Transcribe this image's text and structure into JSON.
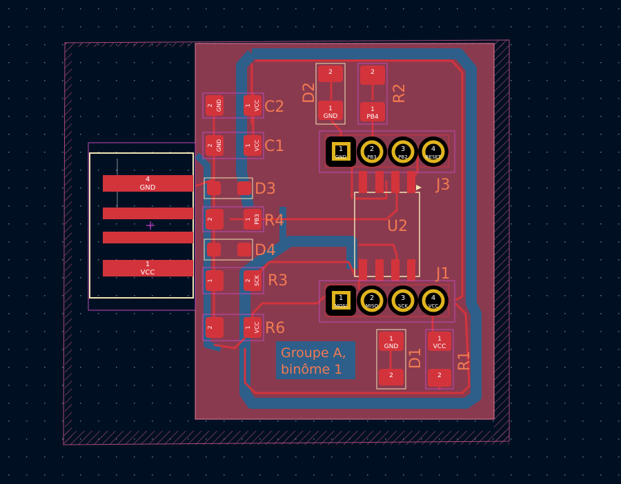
{
  "colors": {
    "background": "#001023",
    "grid": "#6a7485",
    "board_fill": "#8a3a4f",
    "copper": "#d3343c",
    "zone": "#2e5f8a",
    "pad": "#d3343c",
    "thru_ring": "#e0b41e",
    "courtyard": "#c04ab8",
    "silk": "#f27a52",
    "silk_outline": "#f2e6b4",
    "pad_text": "#ffffff",
    "crosshair": "#ff44ff"
  },
  "board_text": {
    "line1": "Groupe A,",
    "line2": "binôme 1"
  },
  "connector": {
    "pin4_num": "4",
    "pin4_net": "GND",
    "pin1_num": "1",
    "pin1_net": "VCC"
  },
  "components": {
    "C2": {
      "ref": "C2",
      "pad2_num": "2",
      "pad2_net": "GND",
      "pad1_num": "1",
      "pad1_net": "VCC"
    },
    "C1": {
      "ref": "C1",
      "pad2_num": "2",
      "pad2_net": "GND",
      "pad1_num": "1",
      "pad1_net": "VCC"
    },
    "D3": {
      "ref": "D3"
    },
    "R4": {
      "ref": "R4",
      "pad2_num": "2",
      "pad1_num": "1",
      "pad1_net": "PB3"
    },
    "D4": {
      "ref": "D4"
    },
    "R3": {
      "ref": "R3",
      "pad1_num": "1",
      "pad2_num": "2",
      "pad2_net": "SCK"
    },
    "R6": {
      "ref": "R6",
      "pad2_num": "2",
      "pad1_num": "1",
      "pad1_net": "VCC"
    },
    "D2": {
      "ref": "D2",
      "pad2_num": "2",
      "pad1_num": "1",
      "pad1_net": "GND"
    },
    "R2": {
      "ref": "R2",
      "pad2_num": "2",
      "pad1_num": "1",
      "pad1_net": "PB4"
    },
    "D1": {
      "ref": "D1",
      "pad1_num": "1",
      "pad1_net": "GND",
      "pad2_num": "2"
    },
    "R1": {
      "ref": "R1",
      "pad1_num": "1",
      "pad1_net": "VCC",
      "pad2_num": "2"
    },
    "U2": {
      "ref": "U2"
    }
  },
  "J3": {
    "ref": "J3",
    "pins": [
      {
        "num": "1",
        "net": "GND"
      },
      {
        "num": "2",
        "net": "PB3"
      },
      {
        "num": "3",
        "net": "PB2"
      },
      {
        "num": "4",
        "net": "RESET"
      }
    ]
  },
  "J1": {
    "ref": "J1",
    "pins": [
      {
        "num": "1",
        "net": "MOSI"
      },
      {
        "num": "2",
        "net": "MISO"
      },
      {
        "num": "3",
        "net": "SCK"
      },
      {
        "num": "4",
        "net": "VCC"
      }
    ]
  }
}
